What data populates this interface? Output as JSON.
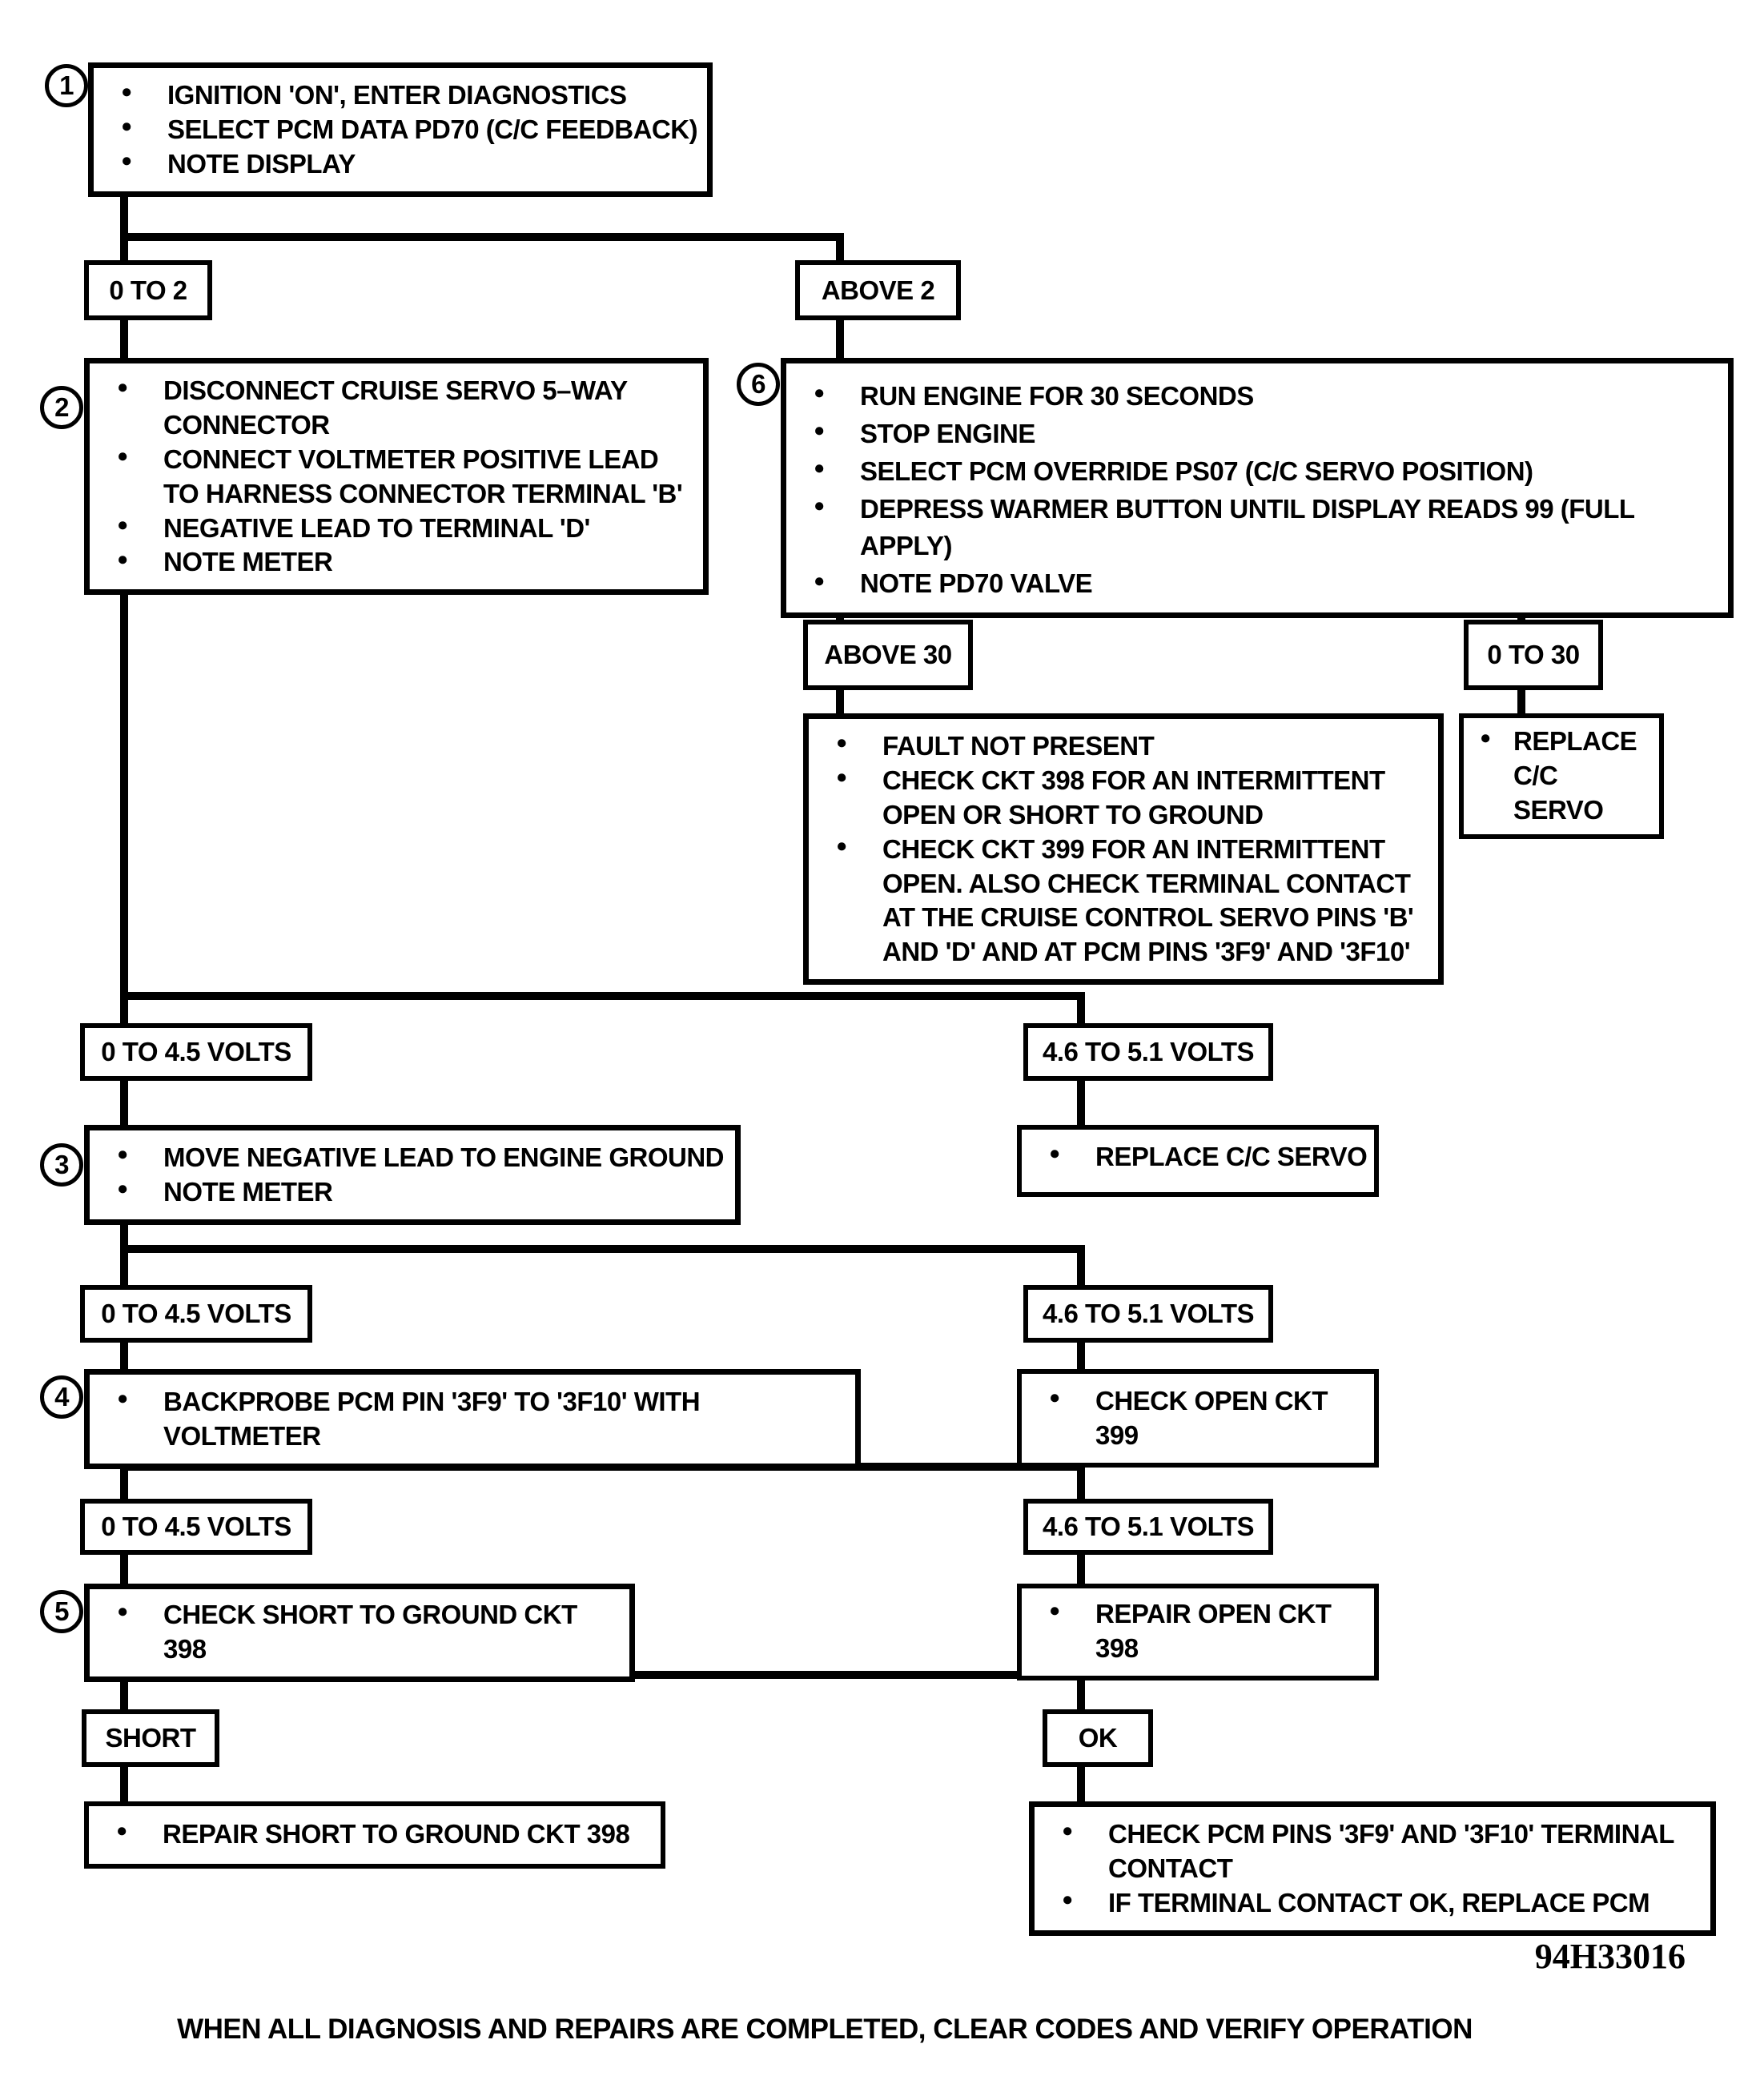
{
  "steps": {
    "s1": {
      "num": "1",
      "items": [
        "IGNITION 'ON', ENTER DIAGNOSTICS",
        "SELECT PCM DATA PD70 (C/C FEEDBACK)",
        "NOTE DISPLAY"
      ]
    },
    "s2": {
      "num": "2",
      "items": [
        "DISCONNECT CRUISE SERVO 5–WAY CONNECTOR",
        "CONNECT VOLTMETER POSITIVE LEAD TO HARNESS CONNECTOR TERMINAL 'B'",
        "NEGATIVE LEAD TO TERMINAL 'D'",
        "NOTE METER"
      ]
    },
    "s3": {
      "num": "3",
      "items": [
        "MOVE NEGATIVE LEAD TO ENGINE GROUND",
        "NOTE METER"
      ]
    },
    "s4": {
      "num": "4",
      "items": [
        "BACKPROBE PCM PIN '3F9' TO '3F10' WITH VOLTMETER"
      ]
    },
    "s5": {
      "num": "5",
      "items": [
        "CHECK SHORT TO GROUND CKT 398"
      ]
    },
    "s6": {
      "num": "6",
      "items": [
        "RUN ENGINE FOR 30 SECONDS",
        "STOP ENGINE",
        "SELECT PCM OVERRIDE PS07 (C/C SERVO POSITION)",
        "DEPRESS WARMER BUTTON UNTIL DISPLAY READS 99  (FULL APPLY)",
        "NOTE PD70 VALVE"
      ]
    }
  },
  "branches": {
    "meter_0_to_2": "0 TO 2",
    "meter_above_2": "ABOVE 2",
    "pd70_above_30": "ABOVE 30",
    "pd70_0_to_30": "0 TO 30",
    "volts_low": "0 TO 4.5 VOLTS",
    "volts_high": "4.6 TO 5.1 VOLTS",
    "short": "SHORT",
    "ok": "OK"
  },
  "results": {
    "fault_not_present": {
      "items": [
        "FAULT NOT PRESENT",
        "CHECK CKT 398 FOR AN INTERMITTENT OPEN OR SHORT TO GROUND",
        "CHECK CKT 399 FOR AN INTERMITTENT OPEN. ALSO CHECK TERMINAL CONTACT AT THE CRUISE CONTROL SERVO PINS 'B' AND 'D' AND AT PCM PINS '3F9' AND '3F10'"
      ]
    },
    "replace_servo_narrow": {
      "items": [
        "REPLACE C/C SERVO"
      ]
    },
    "replace_servo": {
      "items": [
        "REPLACE C/C SERVO"
      ]
    },
    "check_open_399": {
      "items": [
        "CHECK OPEN CKT 399"
      ]
    },
    "repair_open_398": {
      "items": [
        "REPAIR OPEN CKT 398"
      ]
    },
    "repair_short_398": {
      "items": [
        "REPAIR SHORT TO GROUND CKT 398"
      ]
    },
    "check_pcm_pins": {
      "items": [
        "CHECK PCM PINS '3F9' AND '3F10' TERMINAL CONTACT",
        "IF TERMINAL CONTACT OK, REPLACE PCM"
      ]
    }
  },
  "ref_code": "94H33016",
  "footer_note": "WHEN ALL DIAGNOSIS AND REPAIRS ARE COMPLETED, CLEAR CODES AND VERIFY OPERATION",
  "colors": {
    "ink": "#000000",
    "paper": "#ffffff"
  }
}
